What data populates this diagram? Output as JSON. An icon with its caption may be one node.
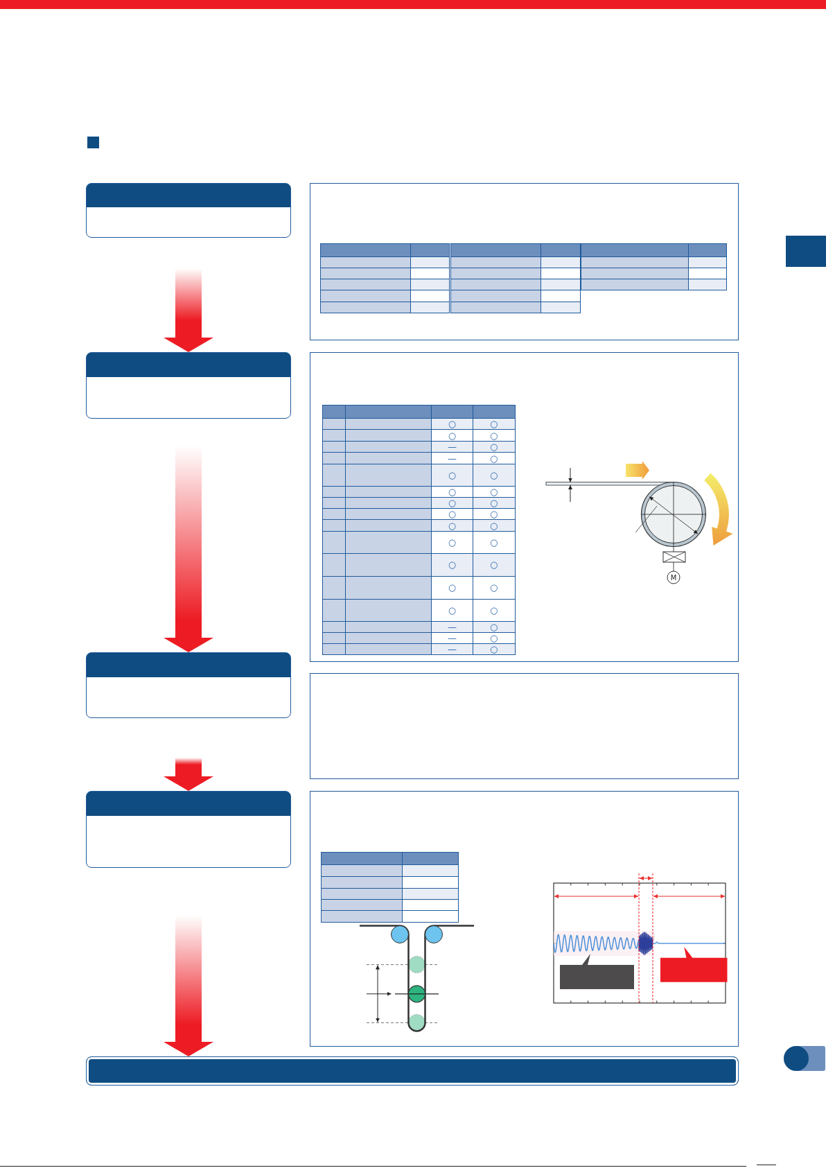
{
  "diagram": {
    "nodes": [
      {
        "text": [],
        "shape": "box"
      },
      {
        "text": [],
        "shape": "box"
      },
      {
        "text": [],
        "shape": "box"
      },
      {
        "text": [],
        "shape": "box"
      },
      {
        "text": [],
        "shape": "callout"
      },
      {
        "text": [],
        "shape": "callout"
      },
      {
        "text": [],
        "shape": "bar"
      }
    ],
    "edges": [
      {
        "from": 0,
        "to": 1,
        "arrow": "to"
      },
      {
        "from": 1,
        "to": 2,
        "arrow": "to"
      },
      {
        "from": 2,
        "to": 3,
        "arrow": "to"
      },
      {
        "from": 3,
        "to": 6,
        "arrow": "to"
      }
    ],
    "labels": [
      "○",
      "○",
      "○",
      "○",
      "—",
      "○",
      "—",
      "○",
      "○",
      "○",
      "○",
      "○",
      "○",
      "○",
      "○",
      "○",
      "○",
      "○",
      "○",
      "○",
      "○",
      "○",
      "○",
      "○",
      "○",
      "○",
      "—",
      "○",
      "—",
      "○",
      "—",
      "○",
      "M"
    ]
  }
}
